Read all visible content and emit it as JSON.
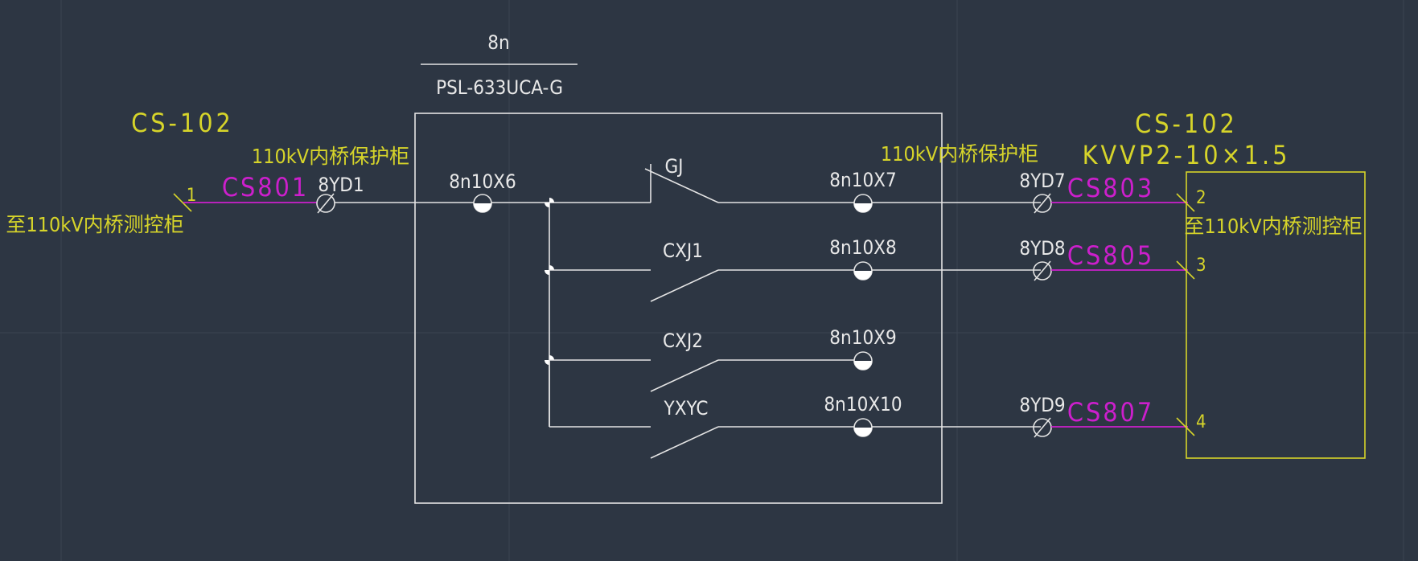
{
  "colors": {
    "background": "#2d3643",
    "white_lines": "#e4e4e4",
    "yellow": "#d6d42a",
    "magenta": "#cc1fcc"
  },
  "device": {
    "id": "8n",
    "model": "PSL-633UCA-G"
  },
  "left_cable": {
    "id": "CS-102",
    "cabinet_label": "110kV内桥保护柜",
    "dest_label": "至110kV内桥测控柜",
    "wire_label": "CS801",
    "core_no": "1",
    "terminal": "8YD1"
  },
  "right_cable": {
    "id": "CS-102",
    "spec": "KVVP2-10×1.5",
    "cabinet_label": "110kV内桥保护柜",
    "dest_label": "至110kV内桥测控柜"
  },
  "common_terminal": "8n10X6",
  "contacts": [
    {
      "name": "GJ",
      "terminal": "8n10X7",
      "yd": "8YD7",
      "wire": "CS803",
      "core": "2"
    },
    {
      "name": "CXJ1",
      "terminal": "8n10X8",
      "yd": "8YD8",
      "wire": "CS805",
      "core": "3"
    },
    {
      "name": "CXJ2",
      "terminal": "8n10X9",
      "yd": "",
      "wire": "",
      "core": ""
    },
    {
      "name": "YXYC",
      "terminal": "8n10X10",
      "yd": "8YD9",
      "wire": "CS807",
      "core": "4"
    }
  ]
}
